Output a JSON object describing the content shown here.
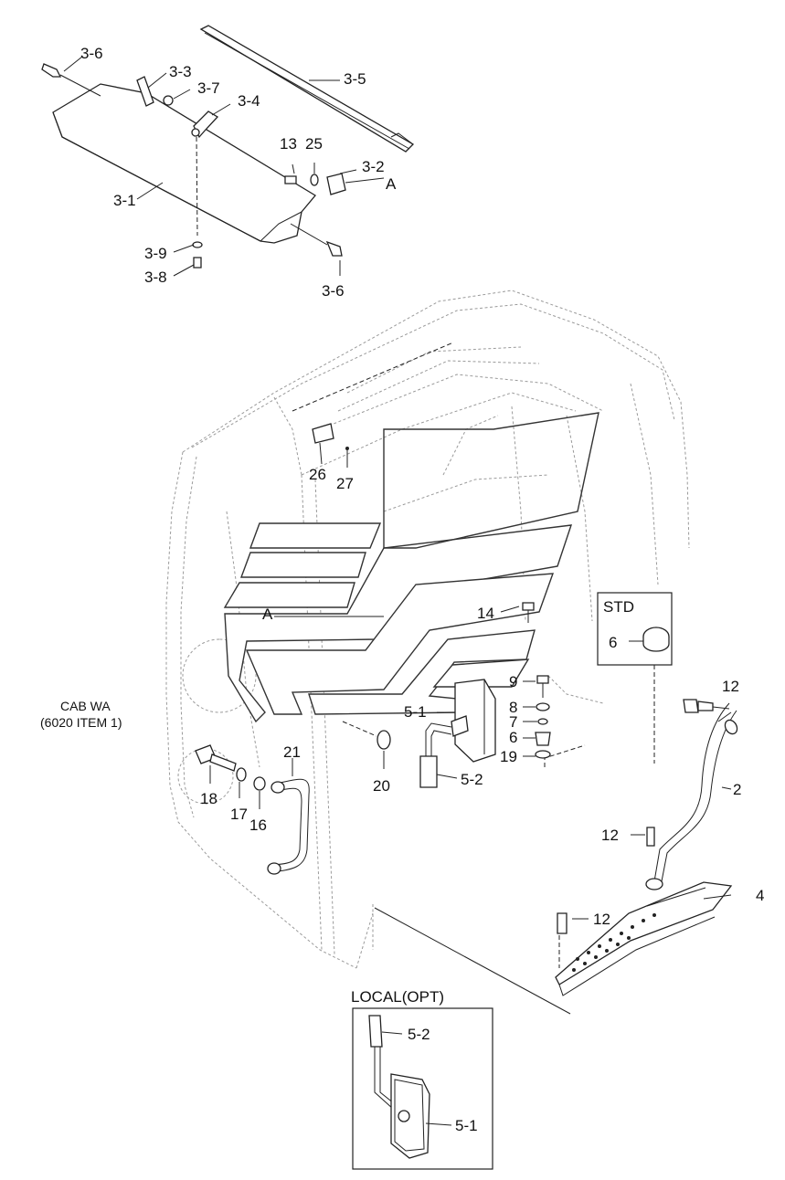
{
  "labels": {
    "p3_6_top": "3-6",
    "p3_3": "3-3",
    "p3_7": "3-7",
    "p3_5": "3-5",
    "p3_4": "3-4",
    "p13": "13",
    "p25": "25",
    "p3_2": "3-2",
    "pA_top": "A",
    "p3_1": "3-1",
    "p3_9": "3-9",
    "p3_8": "3-8",
    "p3_6_bot": "3-6",
    "p26": "26",
    "p27": "27",
    "pA_mid": "A",
    "p14": "14",
    "std": "STD",
    "p6_std": "6",
    "p9": "9",
    "p8": "8",
    "p7": "7",
    "p6": "6",
    "p19": "19",
    "p5_1": "5-1",
    "p5_2": "5-2",
    "p20": "20",
    "p12_a": "12",
    "p2": "2",
    "p12_b": "12",
    "p4": "4",
    "p12_c": "12",
    "cab_line1": "CAB WA",
    "cab_line2": "(6020 ITEM 1)",
    "p21": "21",
    "p18": "18",
    "p17": "17",
    "p16": "16",
    "local": "LOCAL(OPT)",
    "p5_2_local": "5-2",
    "p5_1_local": "5-1"
  }
}
